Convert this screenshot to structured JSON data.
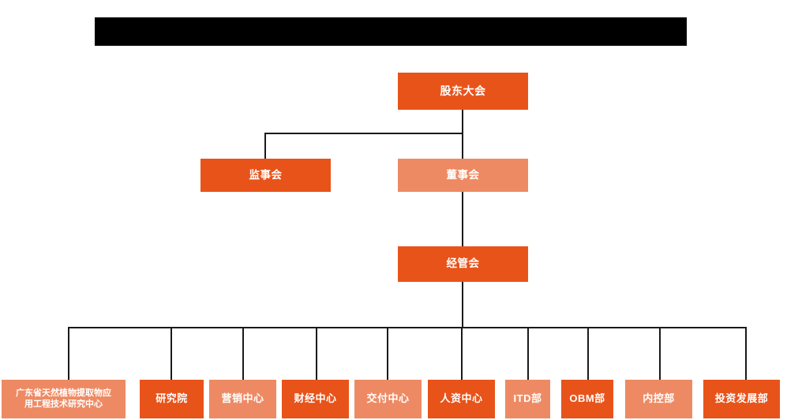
{
  "document": {
    "kind": "organization-chart",
    "background": "#FFFFFF",
    "colors": {
      "primary_orange": "#E8531A",
      "secondary_salmon": "#EE8A63",
      "connector": "#1A1A1A",
      "redaction": "#000000",
      "node_text": "#FFFFFF"
    }
  },
  "redaction": {
    "label": ""
  },
  "nodes": {
    "shareholders_meeting": {
      "label": "股东大会",
      "fill": "primary"
    },
    "supervisory_board": {
      "label": "监事会",
      "fill": "primary"
    },
    "board_of_directors": {
      "label": "董事会",
      "fill": "secondary"
    },
    "management_committee": {
      "label": "经管会",
      "fill": "primary"
    }
  },
  "departments": [
    {
      "label": "广东省天然植物提取物应\n用工程技术研究中心",
      "fill": "secondary"
    },
    {
      "label": "研究院",
      "fill": "primary"
    },
    {
      "label": "营销中心",
      "fill": "secondary"
    },
    {
      "label": "财经中心",
      "fill": "primary"
    },
    {
      "label": "交付中心",
      "fill": "secondary"
    },
    {
      "label": "人资中心",
      "fill": "primary"
    },
    {
      "label": "ITD部",
      "fill": "secondary"
    },
    {
      "label": "OBM部",
      "fill": "primary"
    },
    {
      "label": "内控部",
      "fill": "secondary"
    },
    {
      "label": "投资发展部",
      "fill": "primary"
    }
  ]
}
